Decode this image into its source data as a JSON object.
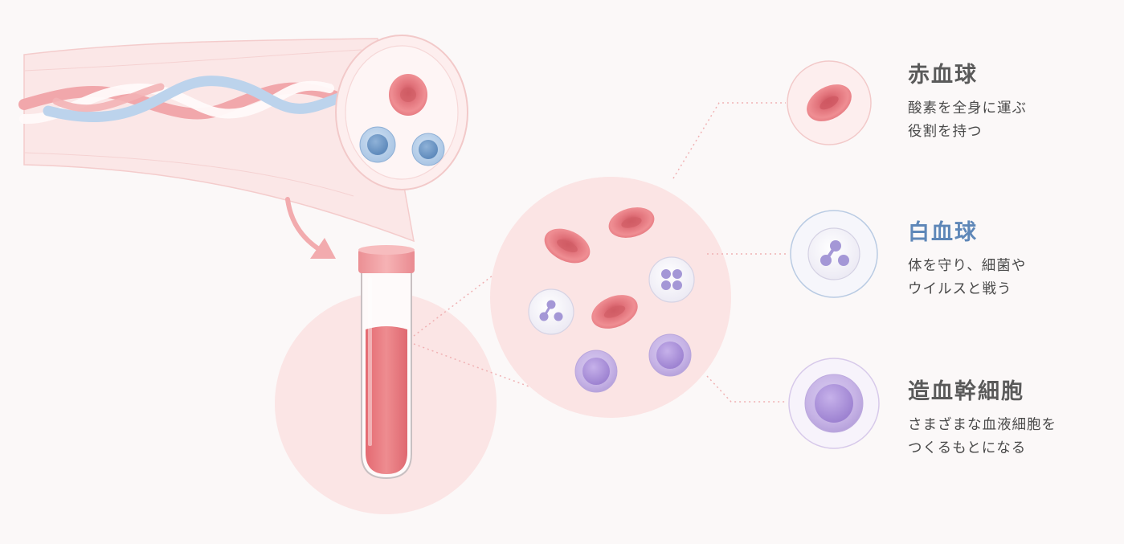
{
  "colors": {
    "red_cell": "#e67a80",
    "red_cell_center": "#d25a64",
    "white_cell_nucleus": "#a497d6",
    "stem_cell": "#c5b2e4",
    "stem_cell_nucleus": "#a98ed8",
    "blue_cell": "#6d98c7",
    "vessel_wall": "#f8dcdc",
    "title_white": "#5e87b8",
    "title_default": "#5a5a5a"
  },
  "legend": {
    "red": {
      "title": "赤血球",
      "desc_line1": "酸素を全身に運ぶ",
      "desc_line2": "役割を持つ",
      "icon": "red-blood-cell-icon"
    },
    "white": {
      "title": "白血球",
      "desc_line1": "体を守り、細菌や",
      "desc_line2": "ウイルスと戦う",
      "icon": "white-blood-cell-icon"
    },
    "stem": {
      "title": "造血幹細胞",
      "desc_line1": "さまざまな血液細胞を",
      "desc_line2": "つくるもとになる",
      "icon": "hematopoietic-stem-cell-icon"
    }
  }
}
